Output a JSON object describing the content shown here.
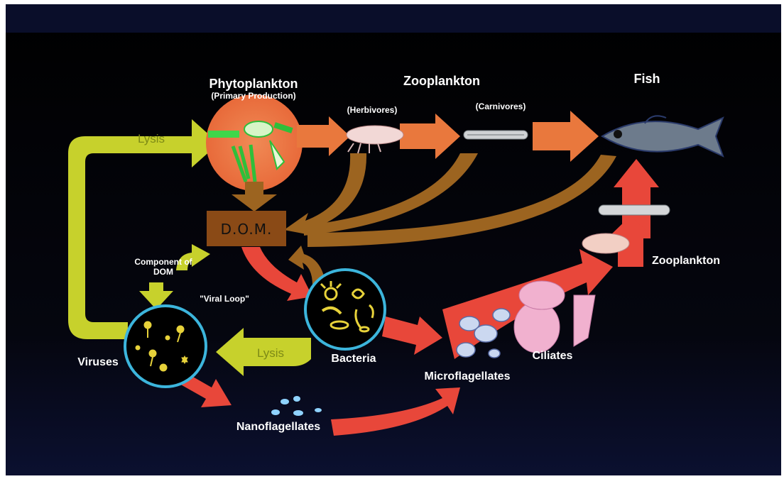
{
  "colors": {
    "background": "#000000",
    "header_bar": "#0a0e2a",
    "arrow_red": "#e8473a",
    "arrow_orange": "#e9783d",
    "arrow_brown": "#9c6420",
    "arrow_lime": "#c7d12c",
    "circle_ring": "#3cb5dc",
    "dom_box": "#8a4a16"
  },
  "labels": {
    "phytoplankton": "Phytoplankton",
    "primary_production": "(Primary Production)",
    "zooplankton_top": "Zooplankton",
    "herbivores": "(Herbivores)",
    "carnivores": "(Carnivores)",
    "fish": "Fish",
    "lysis_top": "Lysis",
    "dom": "D.O.M.",
    "component_of_dom_1": "Component of",
    "component_of_dom_2": "DOM",
    "viral_loop": "\"Viral Loop\"",
    "viruses": "Viruses",
    "lysis_bottom": "Lysis",
    "bacteria": "Bacteria",
    "microflagellates": "Microflagellates",
    "ciliates": "Ciliates",
    "zooplankton_right": "Zooplankton",
    "nanoflagellates": "Nanoflagellates"
  },
  "icons": [
    "phytoplankton-icon",
    "herbivore-zooplankton-icon",
    "carnivore-zooplankton-icon",
    "fish-icon",
    "virus-icon",
    "bacteria-icon",
    "microflagellate-icon",
    "ciliate-icon",
    "nanoflagellate-icon",
    "larva-icon",
    "copepod-icon"
  ]
}
